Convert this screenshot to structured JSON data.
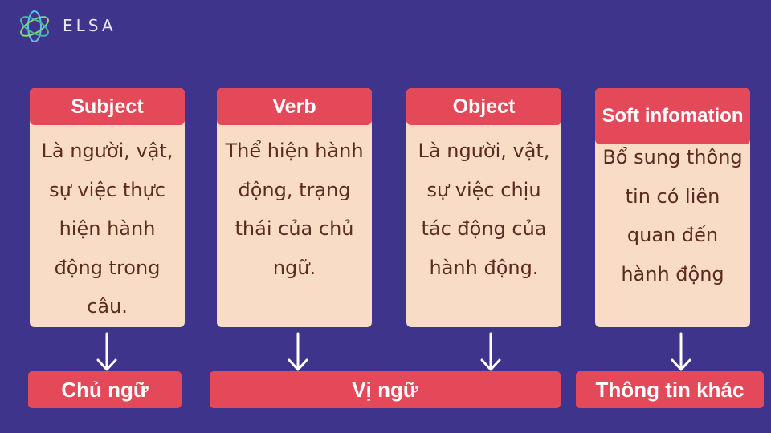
{
  "brand": {
    "name": "ELSA"
  },
  "cards": [
    {
      "title": "Subject",
      "body": "Là người, vật, sự việc thực hiện hành động trong câu."
    },
    {
      "title": "Verb",
      "body": "Thể hiện hành động, trạng thái của chủ ngữ."
    },
    {
      "title": "Object",
      "body": "Là người, vật, sự việc chịu tác động của hành động."
    },
    {
      "title": "Soft infomation",
      "body": "Bổ sung thông tin có liên quan đến hành động"
    }
  ],
  "bottom": {
    "subject_label": "Chủ ngữ",
    "predicate_label": "Vị ngữ",
    "other_label": "Thông tin khác"
  },
  "colors": {
    "background": "#3e348c",
    "header": "#e4495a",
    "card": "#f8dcc6",
    "body_text": "#5b2b22"
  }
}
